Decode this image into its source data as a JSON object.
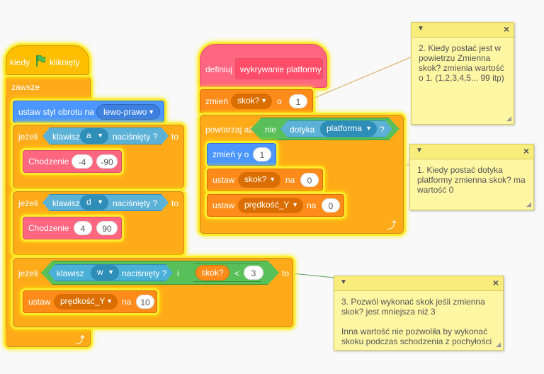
{
  "script_main": {
    "hat": {
      "label": "kiedy",
      "flag_icon": "green-flag-icon",
      "label2": "kliknięty"
    },
    "forever": "zawsze",
    "rotation": {
      "label": "ustaw styl obrotu na",
      "value": "lewo-prawo"
    },
    "if1": {
      "label": "jeżeli",
      "key_label": "klawisz",
      "key": "a",
      "pressed": "naciśnięty ?",
      "then": "to"
    },
    "walk1": {
      "label": "Chodzenie",
      "arg1": "-4",
      "arg2": "-90"
    },
    "if2": {
      "label": "jeżeli",
      "key_label": "klawisz",
      "key": "d",
      "pressed": "naciśnięty ?",
      "then": "to"
    },
    "walk2": {
      "label": "Chodzenie",
      "arg1": "4",
      "arg2": "90"
    },
    "if3": {
      "label": "jeżeli",
      "key_label": "klawisz",
      "key": "w",
      "pressed": "naciśnięty ?",
      "and": "i",
      "var": "skok?",
      "lt": "<",
      "num": "3",
      "then": "to"
    },
    "set_speed": {
      "label": "ustaw",
      "var": "prędkość_Y",
      "na": "na",
      "value": "10"
    }
  },
  "script_def": {
    "define": {
      "label": "definiuj",
      "name": "wykrywanie platformy"
    },
    "change_jump": {
      "label": "zmień",
      "var": "skok?",
      "o": "o",
      "value": "1"
    },
    "repeat_until": {
      "label": "powtarzaj aż",
      "not": "nie",
      "touching": "dotyka",
      "target": "platforma",
      "q": "?"
    },
    "change_y": {
      "label": "zmień y o",
      "value": "1"
    },
    "set_jump": {
      "label": "ustaw",
      "var": "skok?",
      "na": "na",
      "value": "0"
    },
    "set_speed": {
      "label": "ustaw",
      "var": "prędkość_Y",
      "na": "na",
      "value": "0"
    }
  },
  "notes": [
    {
      "text": "2. Kiedy postać jest w powietrzu Zmienna skok? zmienia wartość o 1. (1,2,3,4,5... 99 itp)"
    },
    {
      "text": "1. Kiedy postać dotyka platformy zmienna skok? ma wartość 0"
    },
    {
      "text": "3. Pozwól wykonać skok jeśli zmienna skok? jest mniejsza niż 3\n\nInna wartość nie pozwoliła by wykonać skoku podczas schodzenia z pochyłości"
    }
  ],
  "colors": {
    "control": "#ffab19",
    "event": "#ffbf00",
    "motion": "#4c97ff",
    "sensing": "#5cb1d6",
    "operators": "#59c059",
    "variables": "#ff8c1a",
    "my_blocks": "#ff6680",
    "note": "#fdf6a3",
    "glow": "#fcea2f"
  }
}
